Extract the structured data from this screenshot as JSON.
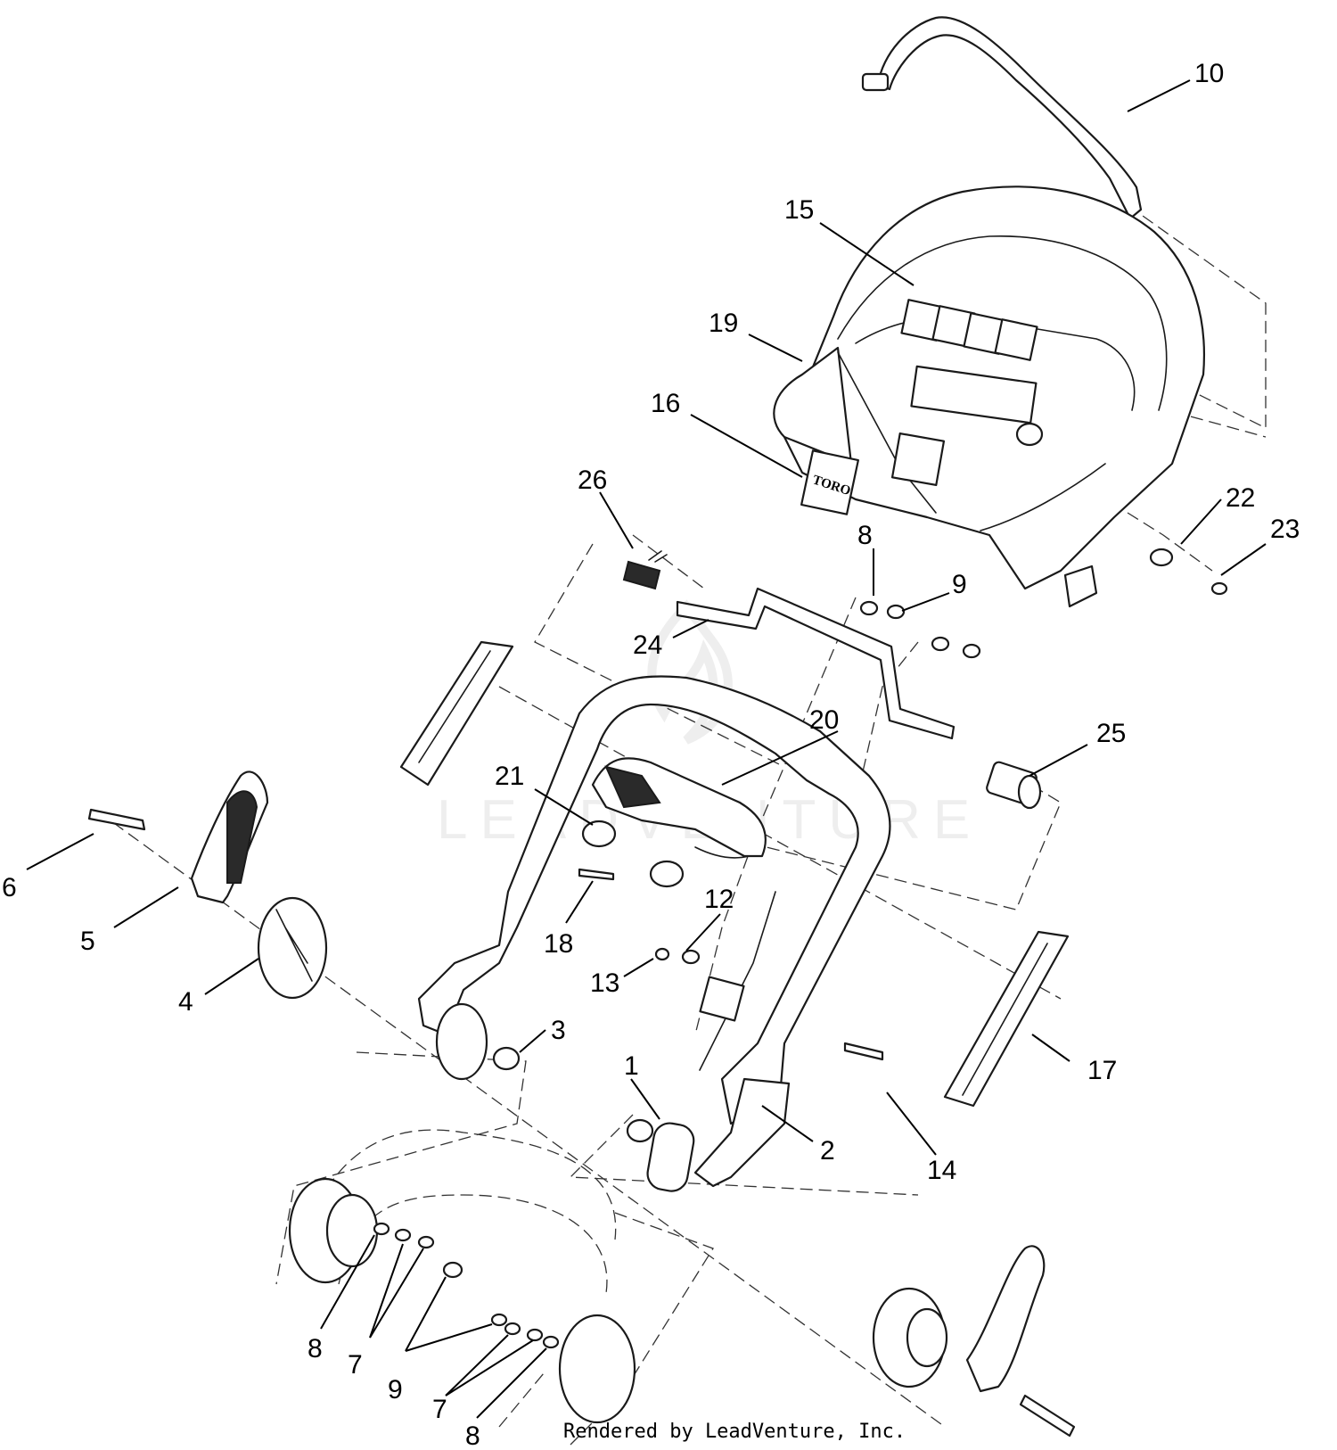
{
  "watermark": {
    "text": "LEADVENTURE"
  },
  "credit": "Rendered by LeadVenture, Inc.",
  "decal": {
    "brand": "TORO"
  },
  "callouts": [
    {
      "id": "c10",
      "label": "10"
    },
    {
      "id": "c15",
      "label": "15"
    },
    {
      "id": "c19",
      "label": "19"
    },
    {
      "id": "c16",
      "label": "16"
    },
    {
      "id": "c26",
      "label": "26"
    },
    {
      "id": "c8a",
      "label": "8"
    },
    {
      "id": "c9a",
      "label": "9"
    },
    {
      "id": "c22",
      "label": "22"
    },
    {
      "id": "c23",
      "label": "23"
    },
    {
      "id": "c24",
      "label": "24"
    },
    {
      "id": "c20",
      "label": "20"
    },
    {
      "id": "c25",
      "label": "25"
    },
    {
      "id": "c21",
      "label": "21"
    },
    {
      "id": "c6",
      "label": "6"
    },
    {
      "id": "c5",
      "label": "5"
    },
    {
      "id": "c18",
      "label": "18"
    },
    {
      "id": "c12",
      "label": "12"
    },
    {
      "id": "c4",
      "label": "4"
    },
    {
      "id": "c13",
      "label": "13"
    },
    {
      "id": "c3",
      "label": "3"
    },
    {
      "id": "c17",
      "label": "17"
    },
    {
      "id": "c1",
      "label": "1"
    },
    {
      "id": "c2",
      "label": "2"
    },
    {
      "id": "c14",
      "label": "14"
    },
    {
      "id": "c8b",
      "label": "8"
    },
    {
      "id": "c7a",
      "label": "7"
    },
    {
      "id": "c9b",
      "label": "9"
    },
    {
      "id": "c7b",
      "label": "7"
    },
    {
      "id": "c8c",
      "label": "8"
    }
  ]
}
